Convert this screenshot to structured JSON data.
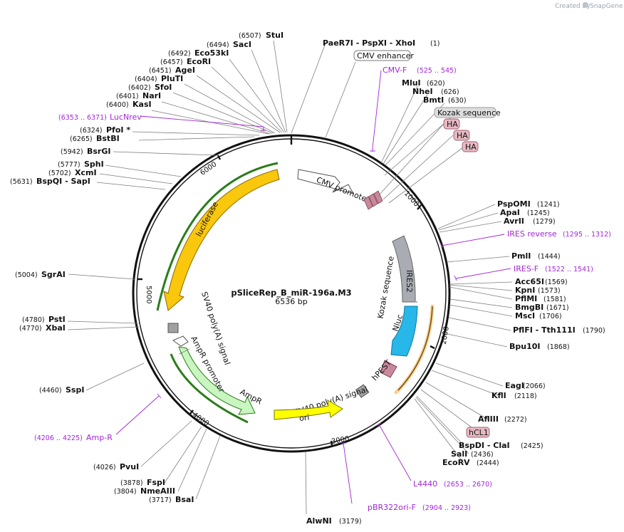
{
  "brand": {
    "prefix": "Created by",
    "name": "SnapGene"
  },
  "map": {
    "name": "pSliceRep_B_miR-196a.M3",
    "length": "6536 bp"
  },
  "ticks": [
    "1000",
    "2000",
    "3000",
    "4000",
    "5000",
    "6000"
  ],
  "features": {
    "cmv_promoter": "CMV promoter",
    "ires2": "IRES2",
    "kozak": "Kozak sequence",
    "nluc": "Nluc",
    "hpest": "hPEST",
    "sv40_right": "SV40 poly(A) signal",
    "ori": "ori",
    "ampr": "AmpR",
    "ampr_promoter": "AmpR promoter",
    "sv40_left": "SV40 poly(A) signal",
    "luciferase": "luciferase"
  },
  "boxed": {
    "cmv_enhancer": "CMV enhancer",
    "kozak_seq": "Kozak sequence",
    "ha1": "HA",
    "ha2": "HA",
    "ha3": "HA",
    "hcl1": "hCL1"
  },
  "sites_top_left": [
    {
      "pos": "(6507)",
      "name": "StuI"
    },
    {
      "pos": "(6494)",
      "name": "SacI"
    },
    {
      "pos": "(6492)",
      "name": "Eco53kI"
    },
    {
      "pos": "(6457)",
      "name": "EcoRI"
    },
    {
      "pos": "(6451)",
      "name": "AgeI"
    },
    {
      "pos": "(6404)",
      "name": "PluTI"
    },
    {
      "pos": "(6402)",
      "name": "SfoI"
    },
    {
      "pos": "(6401)",
      "name": "NarI"
    },
    {
      "pos": "(6400)",
      "name": "KasI"
    }
  ],
  "primer_lucnrev": {
    "pos": "(6353 .. 6371)",
    "name": "LucNrev"
  },
  "sites_left_upper": [
    {
      "pos": "(6324)",
      "name": "PfoI *"
    },
    {
      "pos": "(6265)",
      "name": "BstBI"
    },
    {
      "pos": "(5942)",
      "name": "BsrGI"
    },
    {
      "pos": "(5777)",
      "name": "SphI"
    },
    {
      "pos": "(5702)",
      "name": "XcmI"
    },
    {
      "pos": "(5631)",
      "name": "BspQI   - SapI"
    }
  ],
  "sites_left_lower": [
    {
      "pos": "(5004)",
      "name": "SgrAI"
    },
    {
      "pos": "(4780)",
      "name": "PstI"
    },
    {
      "pos": "(4770)",
      "name": "XbaI"
    },
    {
      "pos": "(4460)",
      "name": "SspI"
    }
  ],
  "primer_ampr": {
    "pos": "(4206 .. 4225)",
    "name": "Amp-R"
  },
  "sites_bottom_left": [
    {
      "pos": "(4026)",
      "name": "PvuI"
    },
    {
      "pos": "(3878)",
      "name": "FspI"
    },
    {
      "pos": "(3804)",
      "name": "NmeAIII"
    },
    {
      "pos": "(3717)",
      "name": "BsaI"
    }
  ],
  "site_alwni": {
    "name": "AlwNI",
    "pos": "(3179)"
  },
  "primer_pbr": {
    "name": "pBR322ori-F",
    "pos": "(2904 .. 2923)"
  },
  "primer_l4440": {
    "name": "L4440",
    "pos": "(2653 .. 2670)"
  },
  "site_top": {
    "name": "PaeR7I   - PspXI   - XhoI",
    "pos": "(1)"
  },
  "primer_cmvf": {
    "name": "CMV-F",
    "pos": "(525 .. 545)"
  },
  "sites_top_right": [
    {
      "name": "MluI",
      "pos": "(620)"
    },
    {
      "name": "NheI",
      "pos": "(626)"
    },
    {
      "name": "BmtI",
      "pos": "(630)"
    }
  ],
  "sites_right_upper": [
    {
      "name": "PspOMI",
      "pos": "(1241)"
    },
    {
      "name": "ApaI",
      "pos": "(1245)"
    },
    {
      "name": "AvrII",
      "pos": "(1279)"
    }
  ],
  "primer_iresrev": {
    "name": "IRES reverse",
    "pos": "(1295 .. 1312)"
  },
  "site_pmli": {
    "name": "PmlI",
    "pos": "(1444)"
  },
  "primer_iresf": {
    "name": "IRES-F",
    "pos": "(1522 .. 1541)"
  },
  "sites_right_mid": [
    {
      "name": "Acc65I",
      "pos": "(1569)"
    },
    {
      "name": "KpnI",
      "pos": "(1573)"
    },
    {
      "name": "PflMI",
      "pos": "(1581)"
    },
    {
      "name": "BmgBI",
      "pos": "(1671)"
    },
    {
      "name": "MscI",
      "pos": "(1706)"
    },
    {
      "name": "PflFI   - Tth111I",
      "pos": "(1790)"
    },
    {
      "name": "Bpu10I",
      "pos": "(1868)"
    }
  ],
  "sites_right_lower": [
    {
      "name": "EagI",
      "pos": "(2066)"
    },
    {
      "name": "KflI",
      "pos": "(2118)"
    },
    {
      "name": "AflIII",
      "pos": "(2272)"
    }
  ],
  "sites_bottom_right": [
    {
      "name": "BspDI   - ClaI",
      "pos": "(2425)"
    },
    {
      "name": "SalI",
      "pos": "(2436)"
    },
    {
      "name": "EcoRV",
      "pos": "(2444)"
    }
  ]
}
